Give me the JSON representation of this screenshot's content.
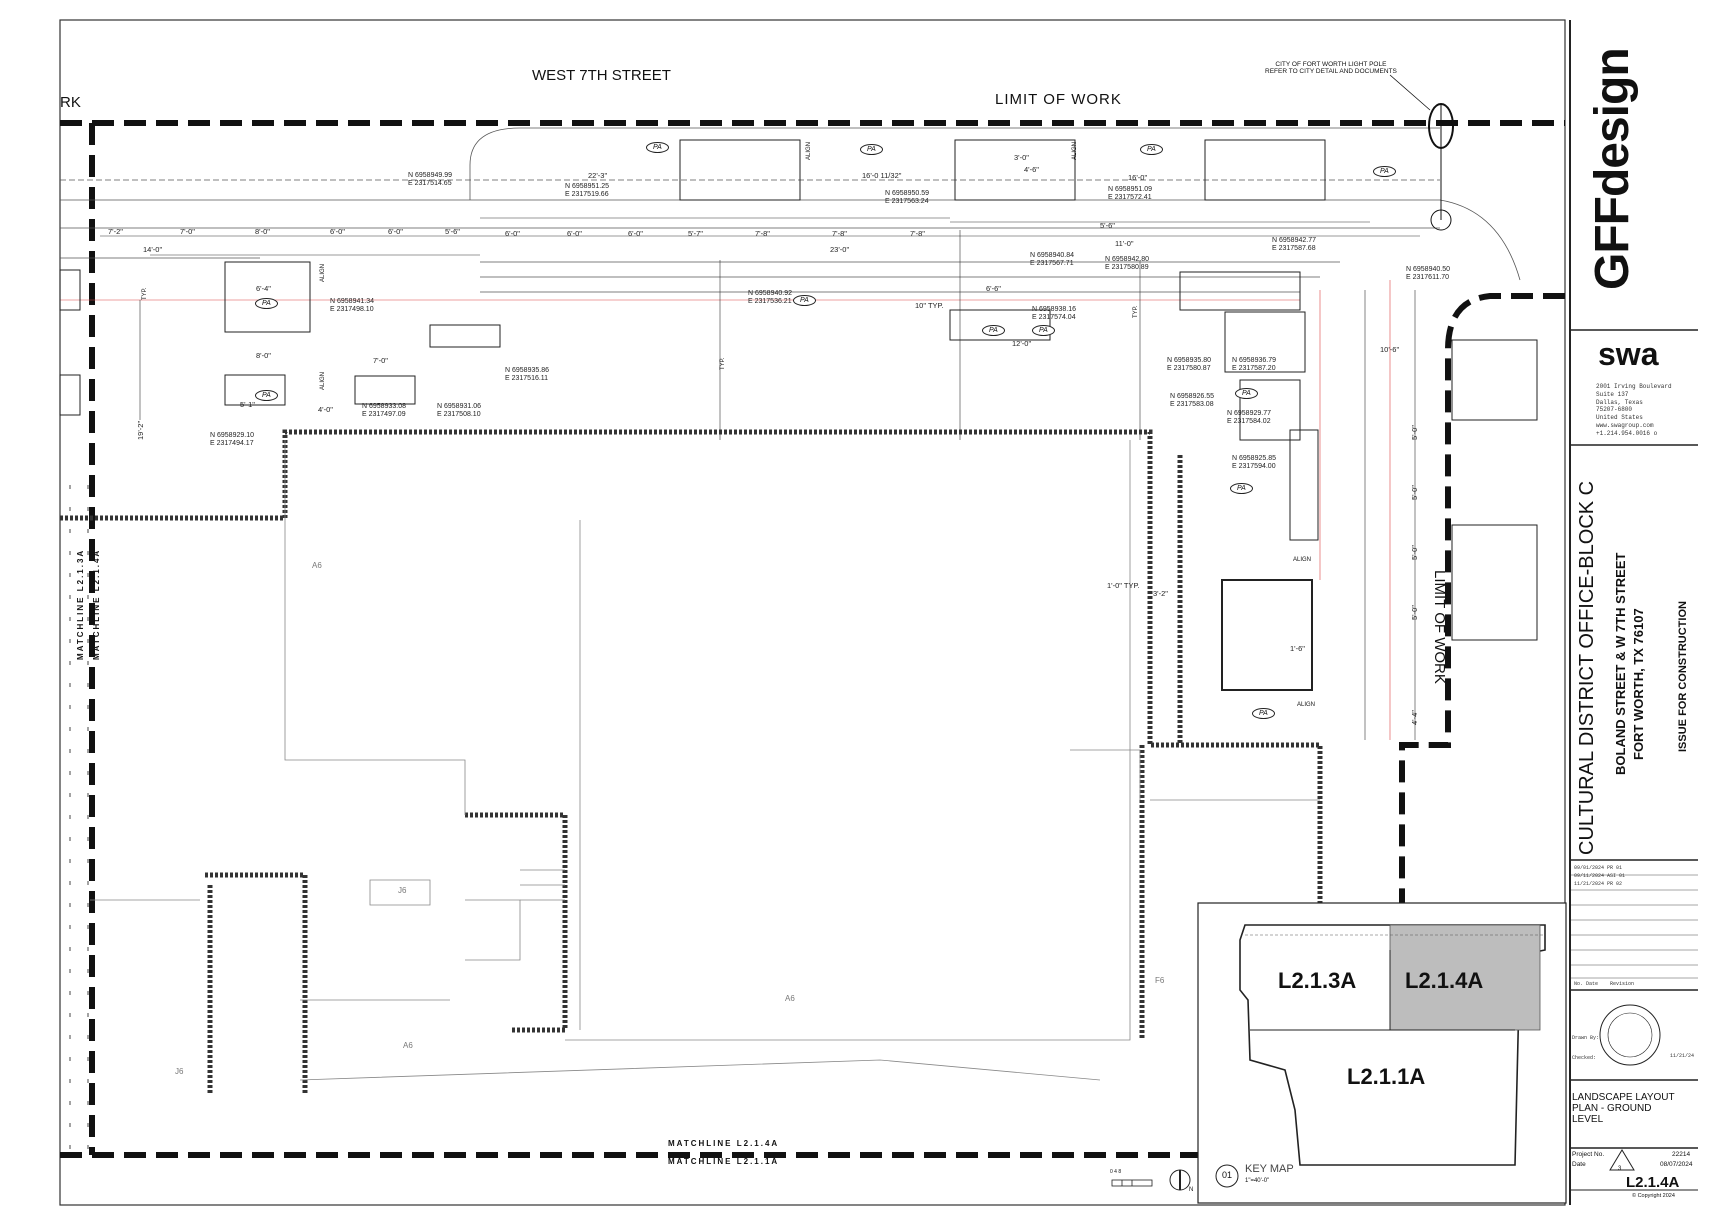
{
  "streets": {
    "north": "WEST 7TH STREET"
  },
  "limits": {
    "top": "LIMIT OF WORK",
    "right": "LIMIT OF WORK",
    "left_partial": "RK"
  },
  "light_pole_note": [
    "CITY OF FORT WORTH LIGHT POLE",
    "REFER TO CITY DETAIL AND DOCUMENTS"
  ],
  "matchlines": {
    "left_1": "MATCHLINE L2.1.3A",
    "left_2": "MATCHLINE L2.1.4A",
    "bottom_1": "MATCHLINE L2.1.4A",
    "bottom_2": "MATCHLINE L2.1.1A"
  },
  "room_tags": [
    "A6",
    "A6",
    "A6",
    "J6",
    "J6",
    "F6"
  ],
  "dimensions": [
    "7'-2\"",
    "7'-0\"",
    "8'-0\"",
    "6'-0\"",
    "6'-0\"",
    "5'-6\"",
    "6'-0\"",
    "6'-0\"",
    "6'-0\"",
    "5'-7\"",
    "7'-8\"",
    "7'-8\"",
    "7'-8\"",
    "22'-3\"",
    "16'-0 11/32\"",
    "16'-0\"",
    "23'-0\"",
    "14'-0\"",
    "6'-4\"",
    "8'-0\"",
    "7'-0\"",
    "5'-1\"",
    "4'-0\"",
    "12'-0\"",
    "6'-6\"",
    "5'-6\"",
    "11'-0\"",
    "10'-6\"",
    "10\" TYP.",
    "1'-0\" TYP.",
    "3'-2\"",
    "1'-6\"",
    "3'-0\"",
    "4'-6\"",
    "5'-0\"",
    "5'-0\"",
    "5'-0\"",
    "5'-0\"",
    "4'-4\"",
    "19'-2\""
  ],
  "pa_tags": [
    "PA",
    "PA",
    "PA",
    "PA",
    "PA",
    "PA",
    "PA",
    "PA",
    "PA",
    "PA",
    "PA",
    "PA"
  ],
  "coords": [
    [
      "N 6958949.99",
      "E 2317514.65"
    ],
    [
      "N 6958951.25",
      "E 2317519.66"
    ],
    [
      "N 6958950.59",
      "E 2317563.24"
    ],
    [
      "N 6958951.09",
      "E 2317572.41"
    ],
    [
      "N 6958941.34",
      "E 2317498.10"
    ],
    [
      "N 6958940.92",
      "E 2317536.21"
    ],
    [
      "N 6958940.84",
      "E 2317567.71"
    ],
    [
      "N 6958942.80",
      "E 2317580.89"
    ],
    [
      "N 6958942.77",
      "E 2317587.68"
    ],
    [
      "N 6958940.50",
      "E 2317611.70"
    ],
    [
      "N 6958938.16",
      "E 2317574.04"
    ],
    [
      "N 6958935.86",
      "E 2317516.11"
    ],
    [
      "N 6958933.08",
      "E 2317497.09"
    ],
    [
      "N 6958931.06",
      "E 2317508.10"
    ],
    [
      "N 6958929.10",
      "E 2317494.17"
    ],
    [
      "N 6958935.80",
      "E 2317580.87"
    ],
    [
      "N 6958936.79",
      "E 2317587.20"
    ],
    [
      "N 6958926.55",
      "E 2317583.08"
    ],
    [
      "N 6958929.77",
      "E 2317584.02"
    ],
    [
      "N 6958925.85",
      "E 2317594.00"
    ]
  ],
  "align_label": "ALIGN",
  "typ_label": "TYP.",
  "key_map": {
    "labels": {
      "a": "L2.1.3A",
      "b": "L2.1.4A",
      "c": "L2.1.1A"
    },
    "number": "01",
    "title": "KEY MAP",
    "scale": "1\"=40'-0\""
  },
  "scale_bar": {
    "label": "0   4   8",
    "north": "N"
  },
  "title_block": {
    "designer": "GFFdesign",
    "consultant": "swa",
    "address": [
      "2001 Irving Boulevard",
      "Suite 137",
      "Dallas, Texas",
      "75207-6800",
      "United States",
      "www.swagroup.com",
      "+1.214.954.0016 o"
    ],
    "project": "CULTURAL DISTRICT OFFICE-BLOCK C",
    "project_address_1": "BOLAND STREET & W 7TH STREET",
    "project_address_2": "FORT WORTH, TX 76107",
    "status": "ISSUE FOR CONSTRUCTION",
    "revisions": [
      "09/01/2024   PR 01",
      "09/11/2024   ASI 01",
      "11/21/2024   PR 02"
    ],
    "rev_header": [
      "No. Date",
      "Revision"
    ],
    "drawn_by": "Drawn By:",
    "checked": "Checked:",
    "seal_date": "11/21/24",
    "sheet_title": [
      "LANDSCAPE LAYOUT",
      "PLAN - GROUND",
      "LEVEL"
    ],
    "project_no_label": "Project No.",
    "project_no": "22214",
    "date_label": "Date",
    "date": "08/07/2024",
    "rev_delta": "3",
    "sheet_number": "L2.1.4A",
    "copyright": "© Copyright 2024"
  }
}
